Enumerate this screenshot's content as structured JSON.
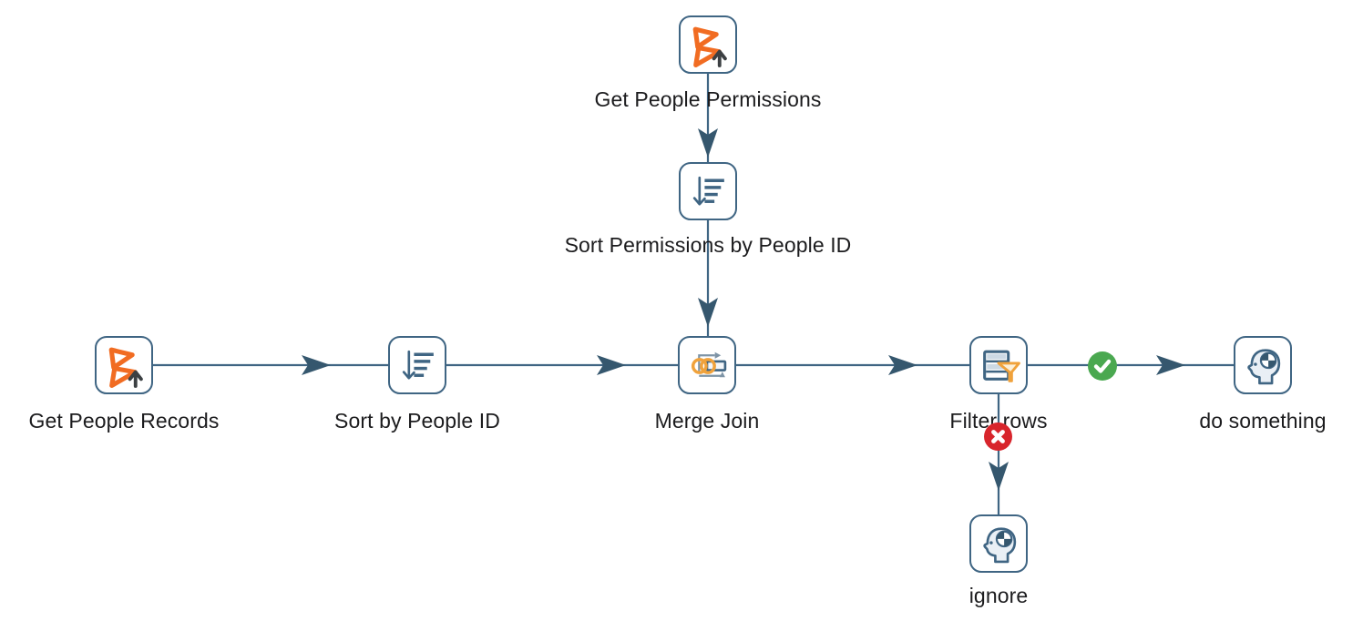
{
  "app": {
    "name": "transformation-canvas",
    "description": "ETL transformation flow diagram"
  },
  "colors": {
    "node_border": "#3f6583",
    "hop_line": "#3f6583",
    "hop_arrow": "#35576e",
    "brand_orange": "#f16c22",
    "funnel_amber": "#f0a23b",
    "success_green": "#4aa850",
    "error_red": "#d8252c",
    "label_text": "#1c1c1e"
  },
  "diagram": {
    "nodes": [
      {
        "label": "Get People Permissions",
        "icon": "bmc-upload-icon"
      },
      {
        "label": "Sort Permissions by People ID",
        "icon": "sort-rows-icon"
      },
      {
        "label": "Get People Records",
        "icon": "bmc-upload-icon"
      },
      {
        "label": "Sort by People ID",
        "icon": "sort-rows-icon"
      },
      {
        "label": "Merge Join",
        "icon": "merge-join-icon"
      },
      {
        "label": "Filter rows",
        "icon": "filter-rows-icon"
      },
      {
        "label": "do something",
        "icon": "dummy-head-icon"
      },
      {
        "label": "ignore",
        "icon": "dummy-head-icon"
      }
    ],
    "hops": [
      {
        "from": "Get People Permissions",
        "to": "Sort Permissions by People ID",
        "status": ""
      },
      {
        "from": "Sort Permissions by People ID",
        "to": "Merge Join",
        "status": ""
      },
      {
        "from": "Get People Records",
        "to": "Sort by People ID",
        "status": ""
      },
      {
        "from": "Sort by People ID",
        "to": "Merge Join",
        "status": ""
      },
      {
        "from": "Merge Join",
        "to": "Filter rows",
        "status": ""
      },
      {
        "from": "Filter rows",
        "to": "do something",
        "status": "success"
      },
      {
        "from": "Filter rows",
        "to": "ignore",
        "status": "error"
      }
    ]
  }
}
